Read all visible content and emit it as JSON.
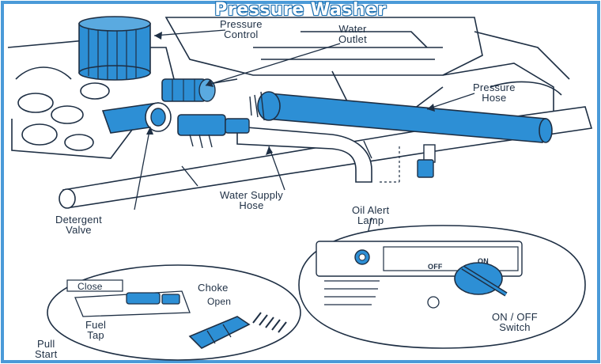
{
  "title": "Pressure Washer",
  "colors": {
    "accent_blue": "#2d8fd5",
    "frame_blue": "#4a9ad8",
    "outline": "#1e2f44",
    "background": "#ffffff"
  },
  "labels": {
    "pressure_control": [
      "Pressure",
      "Control"
    ],
    "water_outlet": [
      "Water",
      "Outlet"
    ],
    "pressure_hose": [
      "Pressure",
      "Hose"
    ],
    "detergent_valve": [
      "Detergent",
      "Valve"
    ],
    "water_supply_hose": [
      "Water Supply",
      "Hose"
    ],
    "oil_alert_lamp": [
      "Oil Alert",
      "Lamp"
    ],
    "on_off_switch": [
      "ON / OFF",
      "Switch"
    ],
    "choke": "Choke",
    "open": "Open",
    "close": "Close",
    "fuel_tap": [
      "Fuel",
      "Tap"
    ],
    "pull_start": [
      "Pull",
      "Start"
    ],
    "off": "OFF",
    "on": "ON"
  }
}
